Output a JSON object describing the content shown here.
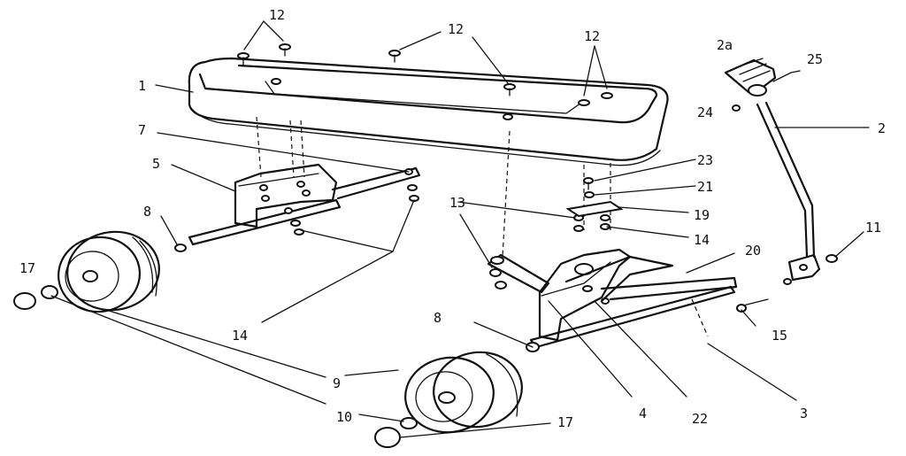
{
  "labels": {
    "l12a": "12",
    "l12b": "12",
    "l12c": "12",
    "l1": "1",
    "l2a": "2a",
    "l25": "25",
    "l24": "24",
    "l2": "2",
    "l7": "7",
    "l23": "23",
    "l5": "5",
    "l21": "21",
    "l13": "13",
    "l19": "19",
    "l8a": "8",
    "l14a": "14",
    "l20": "20",
    "l11": "11",
    "l17a": "17",
    "l15": "15",
    "l14b": "14",
    "l8b": "8",
    "l9": "9",
    "l4": "4",
    "l22": "22",
    "l3": "3",
    "l10": "10",
    "l17b": "17"
  }
}
